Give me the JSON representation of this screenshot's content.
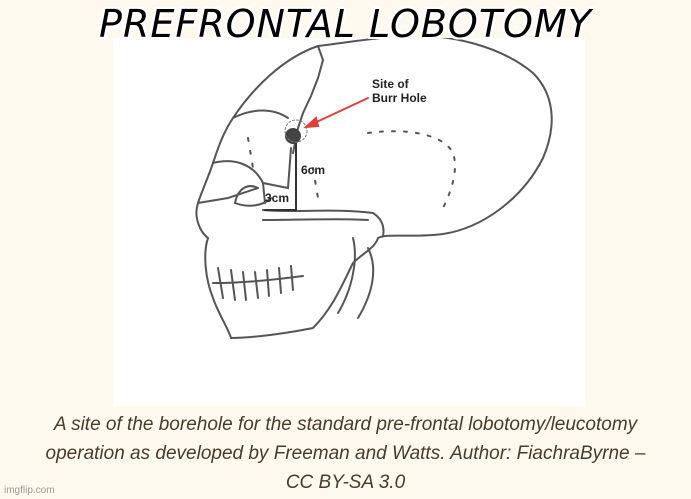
{
  "title": "PREFRONTAL LOBOTOMY",
  "diagram": {
    "label_site_line1": "Site of",
    "label_site_line2": "Burr Hole",
    "label_6cm": "6cm",
    "label_3cm": "3cm",
    "arrow_color": "#e0403a"
  },
  "caption": {
    "line1": "A site of the borehole for the standard pre-frontal lobotomy/leucotomy",
    "line2": "operation as developed by Freeman and Watts. Author: FiachraByrne –",
    "line3": "CC BY-SA 3.0"
  },
  "watermark": "imgflip.com"
}
